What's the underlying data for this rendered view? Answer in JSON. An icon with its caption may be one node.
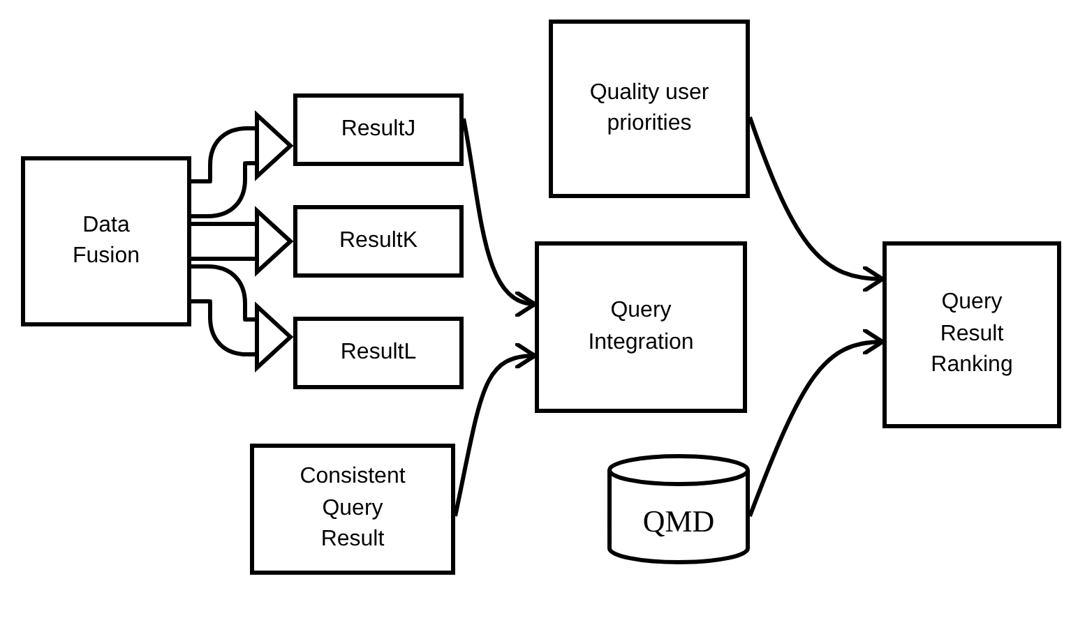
{
  "diagram": {
    "nodes": [
      {
        "text": [
          "Data Fusion"
        ]
      },
      {
        "text": [
          "ResultJ"
        ]
      },
      {
        "text": [
          "ResultK"
        ]
      },
      {
        "text": [
          "ResultL"
        ]
      },
      {
        "text": [
          "Quality user priorities"
        ]
      },
      {
        "text": [
          "Query Integration"
        ]
      },
      {
        "text": [
          "Consistent Query Result"
        ]
      },
      {
        "text": [
          "QMD"
        ]
      },
      {
        "text": [
          "Query Result Ranking"
        ]
      }
    ],
    "edges": [
      {
        "from": 0,
        "to": 1,
        "arrow": "to",
        "style": "thick"
      },
      {
        "from": 0,
        "to": 2,
        "arrow": "to",
        "style": "thick"
      },
      {
        "from": 0,
        "to": 3,
        "arrow": "to",
        "style": "thick"
      },
      {
        "from": 1,
        "to": 5,
        "arrow": "to"
      },
      {
        "from": 6,
        "to": 5,
        "arrow": "to"
      },
      {
        "from": 4,
        "to": 8,
        "arrow": "to"
      },
      {
        "from": 7,
        "to": 8,
        "arrow": "to"
      }
    ]
  }
}
